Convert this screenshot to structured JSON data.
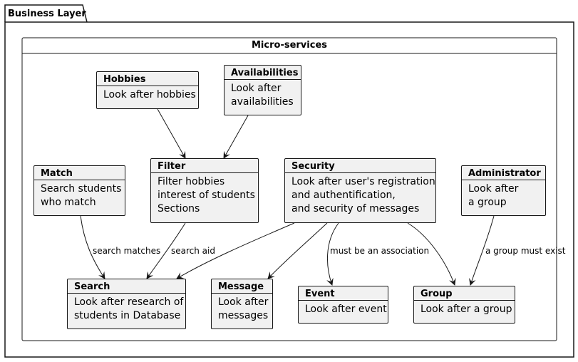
{
  "package": {
    "title": "Business Layer"
  },
  "container": {
    "title": "Micro-services"
  },
  "components": {
    "hobbies": {
      "name": "Hobbies",
      "lines": [
        "Look after hobbies"
      ]
    },
    "availabilities": {
      "name": "Availabilities",
      "lines": [
        "Look after",
        "availabilities"
      ]
    },
    "match": {
      "name": "Match",
      "lines": [
        "Search students",
        "who match"
      ]
    },
    "filter": {
      "name": "Filter",
      "lines": [
        "Filter hobbies",
        "interest of students",
        "Sections"
      ]
    },
    "security": {
      "name": "Security",
      "lines": [
        "Look after user's registration",
        "and authentification,",
        "and security of messages"
      ]
    },
    "administrator": {
      "name": "Administrator",
      "lines": [
        "Look after",
        "a group"
      ]
    },
    "search": {
      "name": "Search",
      "lines": [
        "Look after research of",
        "students in Database"
      ]
    },
    "message": {
      "name": "Message",
      "lines": [
        "Look after",
        "messages"
      ]
    },
    "event": {
      "name": "Event",
      "lines": [
        "Look after event"
      ]
    },
    "group": {
      "name": "Group",
      "lines": [
        "Look after a group"
      ]
    }
  },
  "edges": [
    {
      "from": "Hobbies",
      "to": "Filter",
      "label": ""
    },
    {
      "from": "Availabilities",
      "to": "Filter",
      "label": ""
    },
    {
      "from": "Match",
      "to": "Search",
      "label": "search matches"
    },
    {
      "from": "Filter",
      "to": "Search",
      "label": "search aid"
    },
    {
      "from": "Security",
      "to": "Search",
      "label": ""
    },
    {
      "from": "Security",
      "to": "Message",
      "label": ""
    },
    {
      "from": "Security",
      "to": "Event",
      "label": "must be an association"
    },
    {
      "from": "Security",
      "to": "Group",
      "label": ""
    },
    {
      "from": "Administrator",
      "to": "Group",
      "label": "a group must exist"
    }
  ],
  "colors": {
    "box_fill": "#f1f1f1",
    "stroke": "#181818"
  }
}
